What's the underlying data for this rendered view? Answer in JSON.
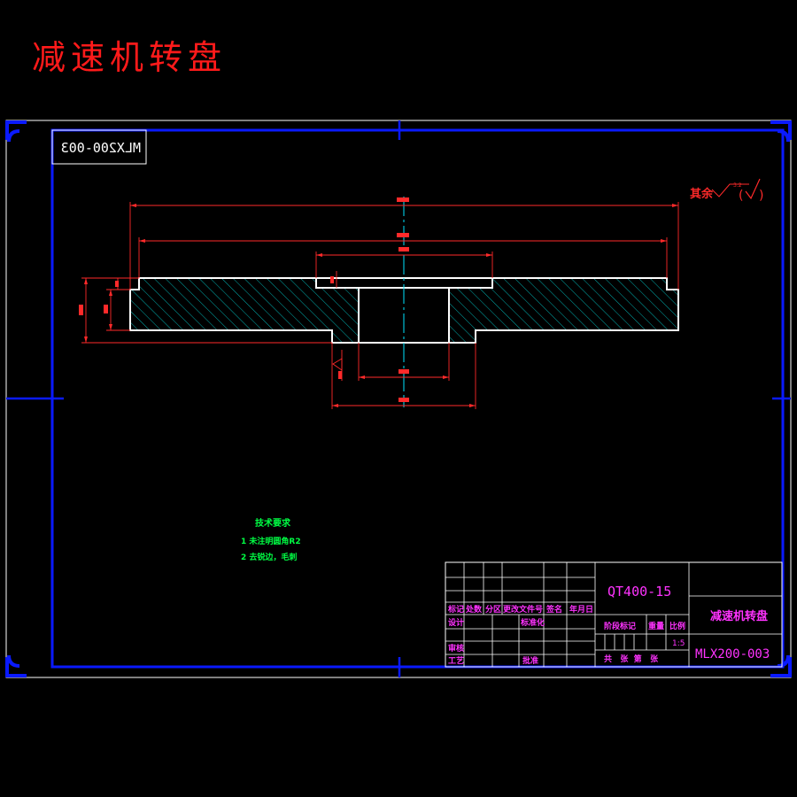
{
  "title": "减速机转盘",
  "drawing_number": "MLX200-003",
  "roughness_note": {
    "prefix": "其余",
    "value": "3.2"
  },
  "tech_requirements": {
    "heading": "技术要求",
    "items": [
      "1  未注明圆角R2",
      "2  去锐边，毛刺"
    ]
  },
  "title_block": {
    "material": "QT400-15",
    "part_name": "减速机转盘",
    "drawing_number": "MLX200-003",
    "scale_label": "比例",
    "weight_label": "重量",
    "stage_label": "阶段标记",
    "scale_value": "1:5",
    "sheet_text": "共   张  第   张",
    "revision_headers": [
      "标记",
      "处数",
      "分区",
      "更改文件号",
      "签名",
      "年月日"
    ],
    "row_labels": {
      "design": "设计",
      "standard": "标准化",
      "review": "审核",
      "process": "工艺",
      "approve": "批准"
    }
  },
  "colors": {
    "frame": "#0a1aff",
    "outline": "#ffffff",
    "dimension": "#ff2a2a",
    "centerline": "#00e5ff",
    "hatch": "#00d7d7",
    "table": "#ff33ff",
    "note": "#00ff44",
    "headline": "#ff1a1a"
  }
}
